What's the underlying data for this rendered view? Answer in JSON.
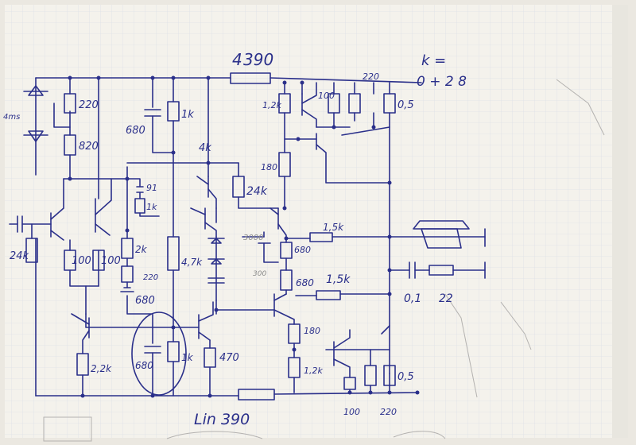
{
  "labels": {
    "r_top": "390",
    "r_top_prefix": "4",
    "k_eq": "k =",
    "k_val": "0 + 2 8",
    "r220_a": "220",
    "r820": "820",
    "cap680_a": "680",
    "r1k_a": "1k",
    "r4k": "4k",
    "r1_2k": "1,2k",
    "r100_a": "100",
    "r220_b": "220",
    "r0_5_a": "0,5",
    "r180_a": "180",
    "r24k_a": "24k",
    "c91": "91",
    "r1k_b": "1k",
    "r2k": "2k",
    "r220_c": "220",
    "cap680_b": "680",
    "r4_7k": "4,7k",
    "r24k_b": "24k",
    "r100_b": "100",
    "r100_c": "100",
    "c3000": "3000",
    "r300": "300",
    "r680_a": "680",
    "r1_5k_a": "1,5k",
    "r680_b": "680",
    "r1_5k_b": "1,5k",
    "c0_1": "0,1",
    "r22": "22",
    "r180_b": "180",
    "r1_2k_b": "1,2k",
    "r0_5_b": "0,5",
    "r100_d": "100",
    "r220_d": "220",
    "r2_2k": "2,2k",
    "cap680_c": "680",
    "r1k_c": "1k",
    "r470": "470",
    "bottom": "Lin 390",
    "diode_note": "4ms"
  },
  "colors": {
    "ink": "#2a2f8a",
    "paper": "#f4f2ec",
    "grid": "#d6dbe6"
  }
}
